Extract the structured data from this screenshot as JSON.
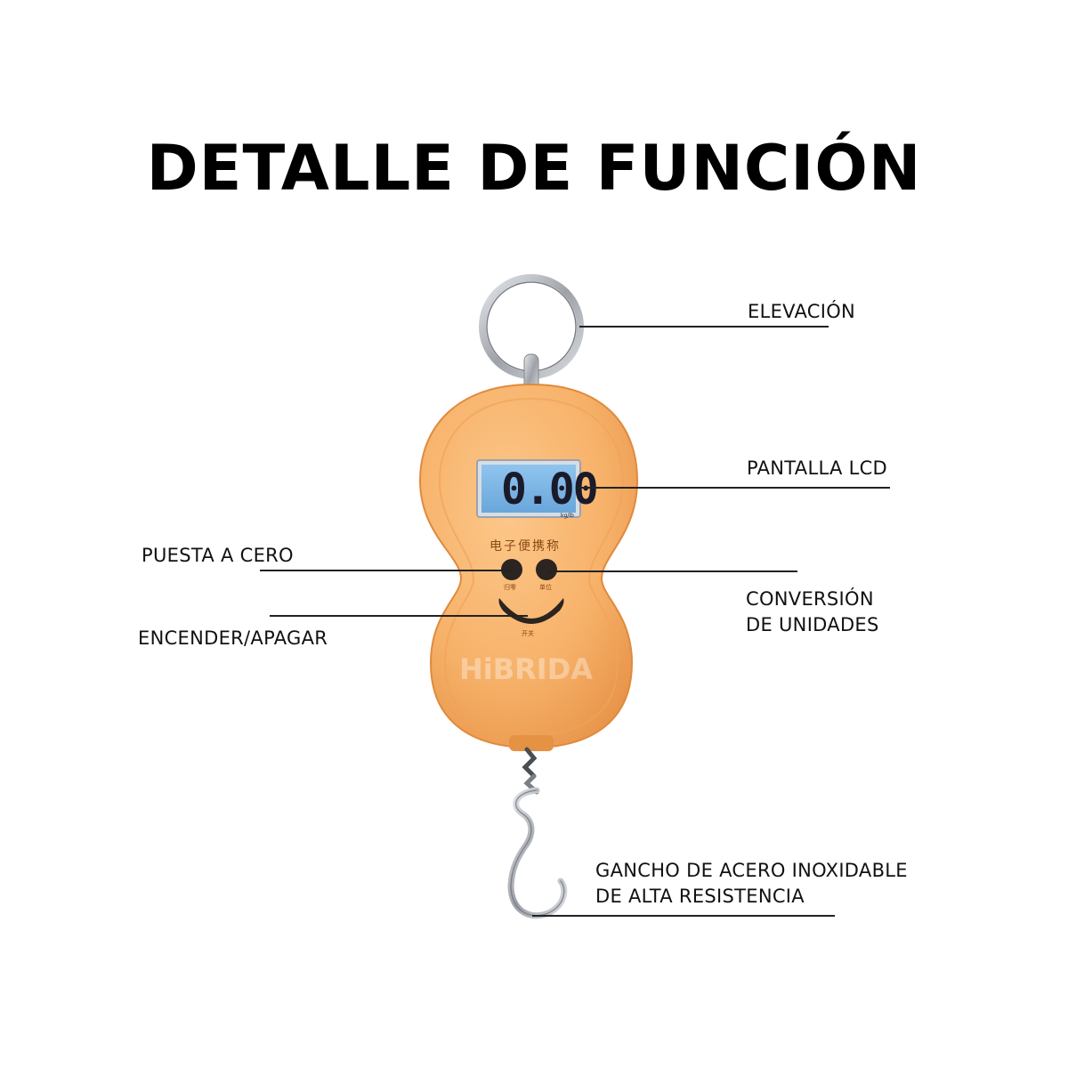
{
  "title": "DETALLE DE FUNCIÓN",
  "labels": {
    "elevacion": "ELEVACIÓN",
    "pantalla": "PANTALLA LCD",
    "puesta": "PUESTA A CERO",
    "conversion_line1": "CONVERSIÓN",
    "conversion_line2": "DE UNIDADES",
    "encender": "ENCENDER/APAGAR",
    "gancho_line1": "GANCHO DE ACERO INOXIDABLE",
    "gancho_line2": "DE ALTA RESISTENCIA"
  },
  "device": {
    "lcd_reading": "0.00",
    "caption": "电子便携称",
    "watermark": "HiBRIDA"
  },
  "colors": {
    "body": "#f7b26a",
    "body_shade": "#e8954a",
    "lcd": "#7fb8e6",
    "metal": "#b9bcc2"
  }
}
